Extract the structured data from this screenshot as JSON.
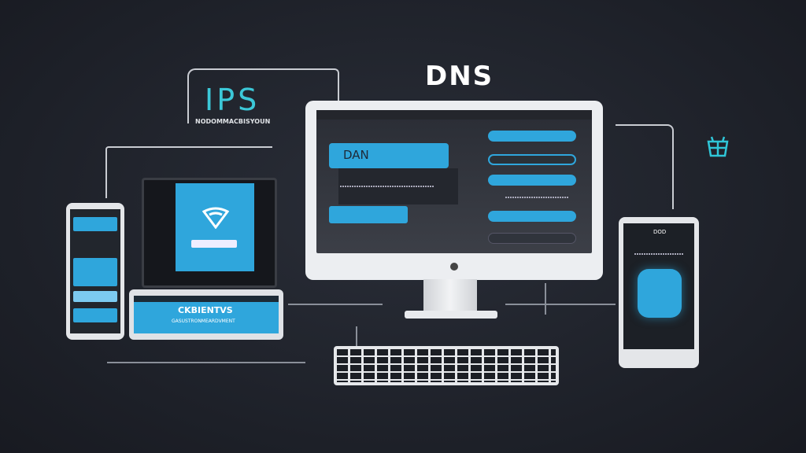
{
  "labels": {
    "dns": "DNS",
    "ips": "IPS",
    "ips_sub": "NODOMMACBISYOUN"
  },
  "monitor": {
    "screen_button": "DAN"
  },
  "laptop": {
    "title": "CKBIENTVS",
    "subtitle": "GASUSTRONMEARDVMENT"
  },
  "tablet": {
    "header": "DOD"
  },
  "colors": {
    "background": "#1e222b",
    "accent": "#2fa6dc",
    "ips_text": "#3cc8d8",
    "device": "#eceef1"
  },
  "icons": {
    "shield": "shield-icon",
    "logo": "wifi-logo-icon",
    "apple": "apple-logo-icon"
  }
}
